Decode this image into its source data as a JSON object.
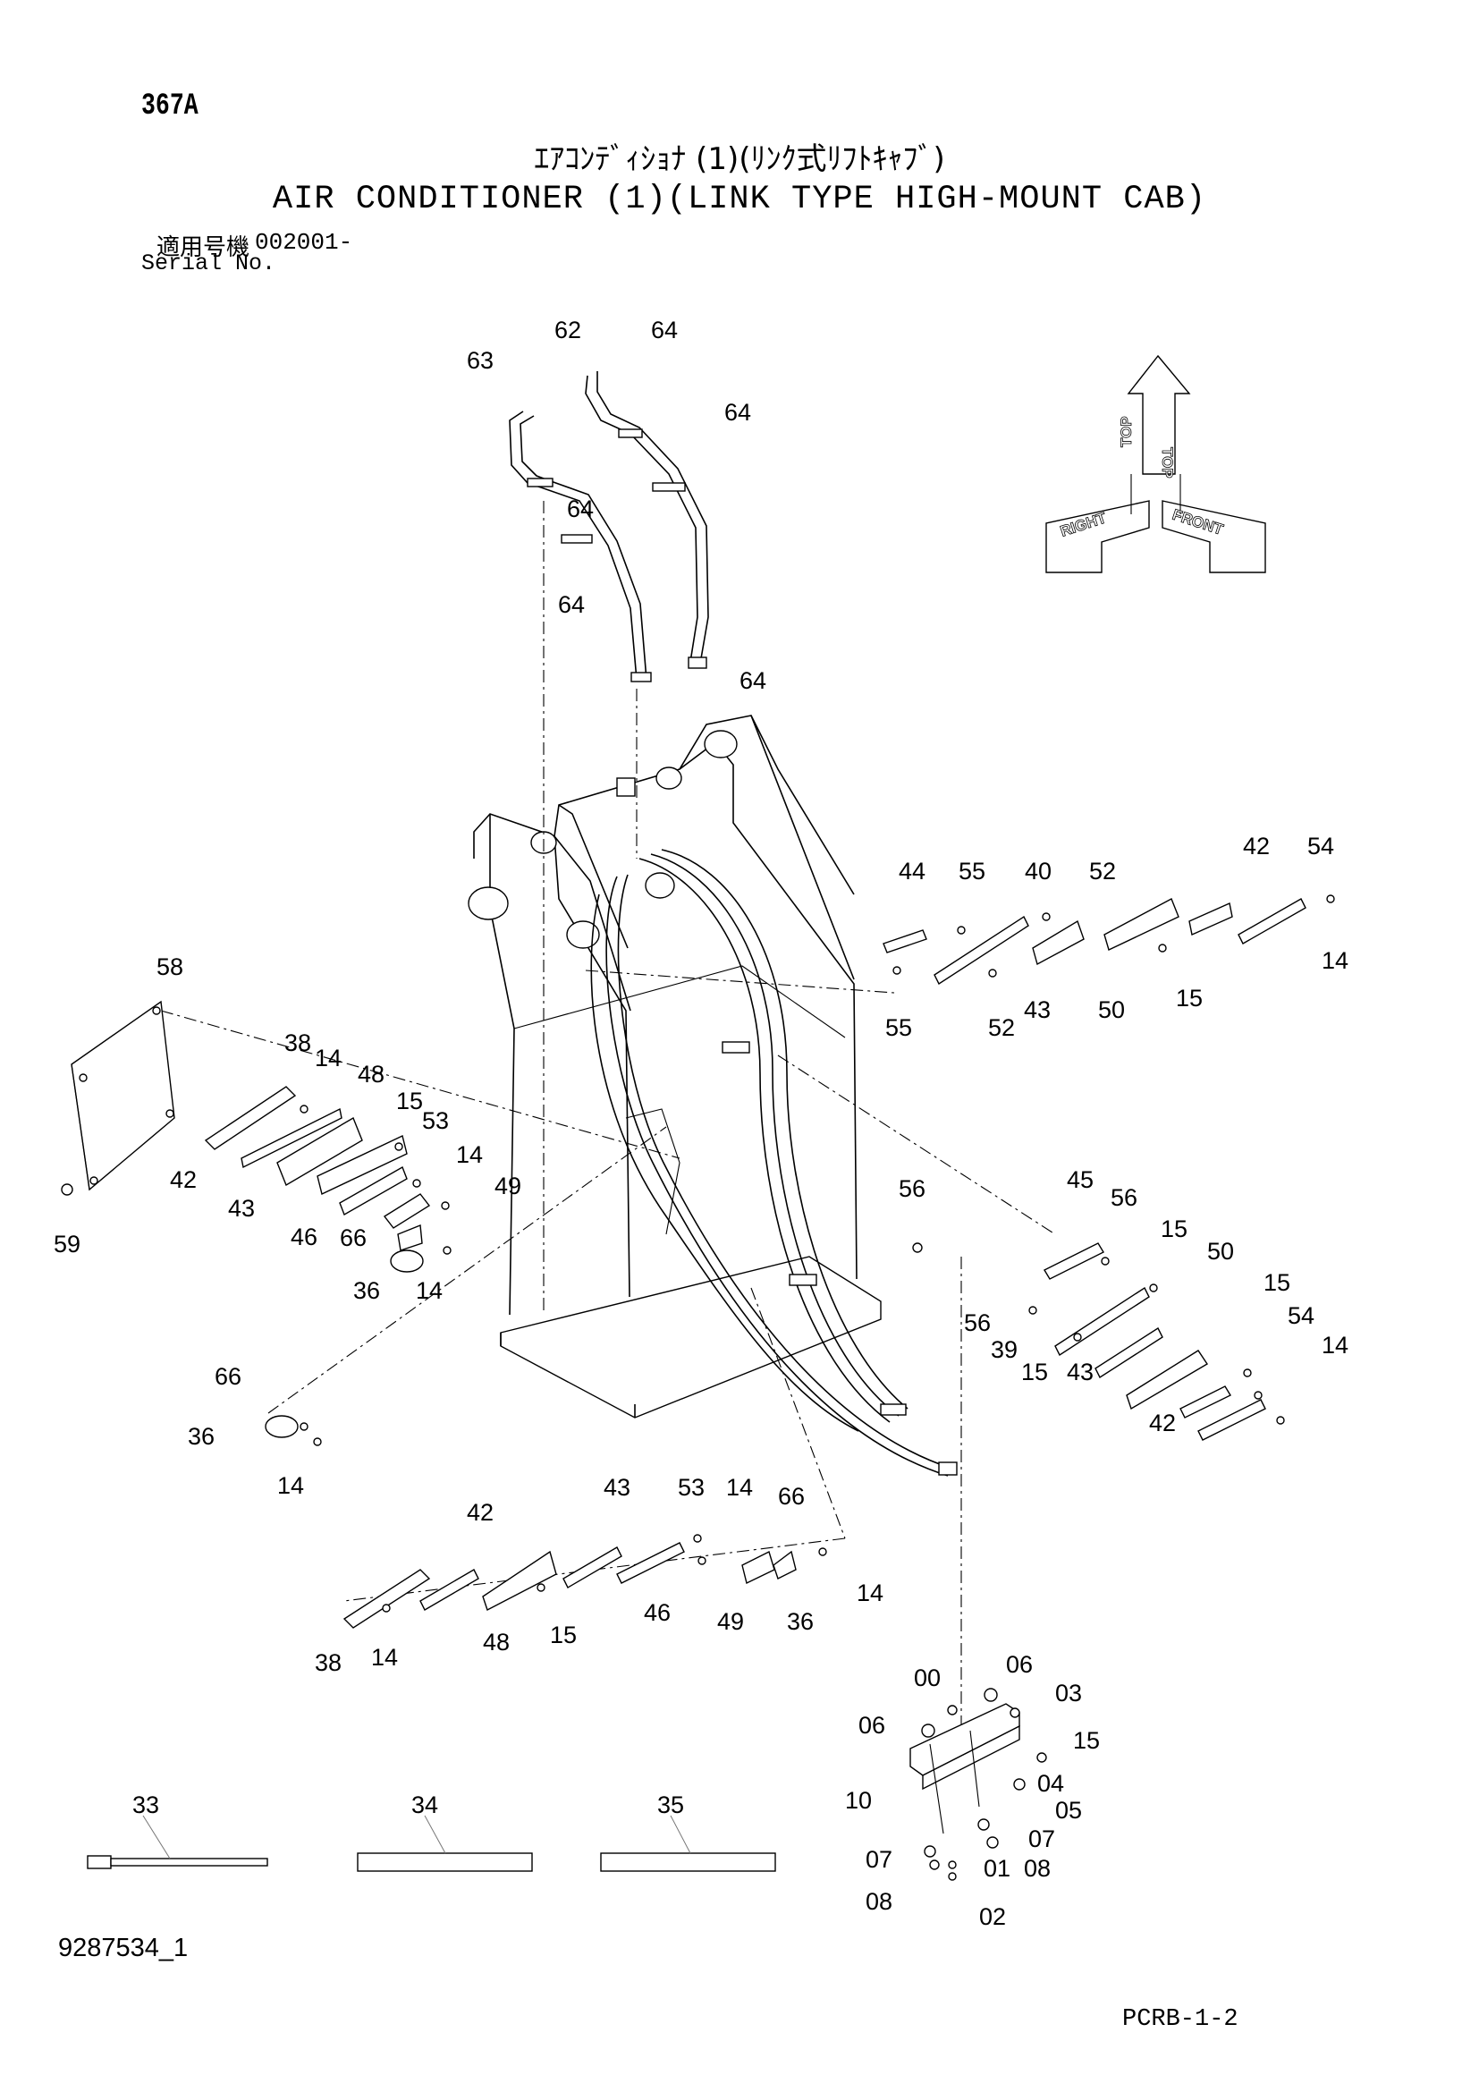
{
  "header": {
    "page_id": "367A",
    "title_jp": "ｴｱｺﾝﾃﾞｨｼｮﾅ (1)(ﾘﾝｸ式ﾘﾌﾄｷｬﾌﾞ)",
    "title_en": "AIR CONDITIONER (1)(LINK TYPE HIGH-MOUNT CAB)",
    "serial_label_jp": "適用号機",
    "serial_number": "002001-",
    "serial_label_en": "Serial No."
  },
  "footer": {
    "drawing_number": "9287534_1",
    "sheet_code": "PCRB-1-2"
  },
  "orientation_indicator": {
    "top": "TOP",
    "right": "RIGHT",
    "front": "FRONT"
  },
  "callouts": {
    "c62": "62",
    "c63": "63",
    "c64a": "64",
    "c64b": "64",
    "c64c": "64",
    "c64d": "64",
    "c64e": "64",
    "c44": "44",
    "c55a": "55",
    "c40": "40",
    "c52a": "52",
    "c42a": "42",
    "c54a": "54",
    "c14a": "14",
    "c15a": "15",
    "c50a": "50",
    "c43a": "43",
    "c52b": "52",
    "c55b": "55",
    "c58": "58",
    "c38a": "38",
    "c14b": "14",
    "c48a": "48",
    "c15b": "15",
    "c53a": "53",
    "c14c": "14",
    "c42b": "42",
    "c43b": "43",
    "c49a": "49",
    "c46a": "46",
    "c66a": "66",
    "c36a": "36",
    "c14d": "14",
    "c59": "59",
    "c56a": "56",
    "c45": "45",
    "c56b": "56",
    "c15c": "15",
    "c50b": "50",
    "c15d": "15",
    "c54b": "54",
    "c14e": "14",
    "c56c": "56",
    "c39": "39",
    "c15e": "15",
    "c43c": "43",
    "c42c": "42",
    "c66b": "66",
    "c36b": "36",
    "c14f": "14",
    "c42d": "42",
    "c43d": "43",
    "c53b": "53",
    "c14g": "14",
    "c66c": "66",
    "c46b": "46",
    "c49b": "49",
    "c36c": "36",
    "c14h": "14",
    "c38b": "38",
    "c14i": "14",
    "c48b": "48",
    "c15f": "15",
    "c00": "00",
    "c06a": "06",
    "c06b": "06",
    "c03": "03",
    "c15g": "15",
    "c10": "10",
    "c04": "04",
    "c05": "05",
    "c07a": "07",
    "c07b": "07",
    "c08a": "08",
    "c08b": "08",
    "c01": "01",
    "c02": "02",
    "c33": "33",
    "c34": "34",
    "c35": "35"
  }
}
